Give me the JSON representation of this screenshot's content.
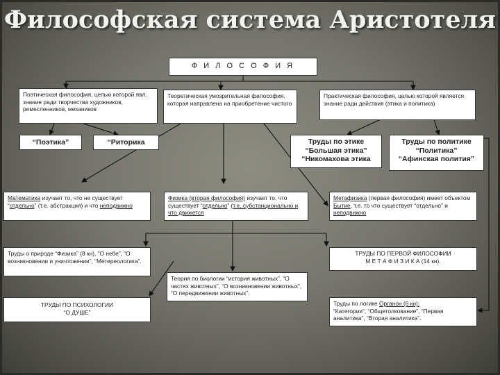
{
  "title": "Философская система Аристотеля",
  "root": "Ф И Л О С О Ф И Я",
  "branch_poetic": "Поэтическая философия, целью которой явл. знание ради творчества художников, ремесленников, механиков",
  "branch_theoretical": "Теоретическая умозрительная философия, которая направлена на приобретение чистого",
  "branch_practical": "Практическая философия, целью которой является знание ради действия (этика и политика)",
  "poetics": "“Поэтика”",
  "rhetoric": "“Риторика",
  "ethics": {
    "l1": "Труды по этике",
    "l2": "“Большая этика”",
    "l3": "“Никомахова этика"
  },
  "politics": {
    "l1": "Труды по политике",
    "l2": "“Политика”",
    "l3": "“Афинская полития”"
  },
  "math": {
    "term": "Математика",
    "t1": " изучает то, что не существует “",
    "term2": "отдельно",
    "t2": "” (т.е. абстракция) и что ",
    "term3": "неподвижно"
  },
  "physics": {
    "term": "Физика (вторая философия)",
    "t1": " изучает то, что существует “",
    "term2": "отдельно",
    "t2": "” ",
    "term3": "(т.е. субстанционально и что движется"
  },
  "metaphysics": {
    "term": "Метафизика",
    "t1": " (первая философия) имеет объектом ",
    "term2": "Бытие",
    "t2": ", т.е. то что существует “отдельно” и ",
    "term3": "неподвижно"
  },
  "nature": "Труды о природе “Физика” (8 кн), “О небе”, “О возникновении и уничтожении”, “Метереологика”.",
  "first_phil": {
    "l1": "ТРУДЫ ПО ПЕРВОЙ ФИЛОСОФИИ",
    "l2": "М Е Т А Ф И З И К А (14 кн)."
  },
  "biology": "Теория по биологии “история животных”, “О частях животных”, “О возникновении животных”, “О передвижении животных”.",
  "psychology": {
    "l1": "ТРУДЫ ПО ПСИХОЛОГИИ",
    "l2": "“О ДУШЕ”"
  },
  "logic": {
    "t1": "Труды по логике ",
    "term": "Органон (6 кн):",
    "t2": "“Категории”, “Общетолкование”, “Первая аналитика”, “Вторая аналитика”."
  }
}
